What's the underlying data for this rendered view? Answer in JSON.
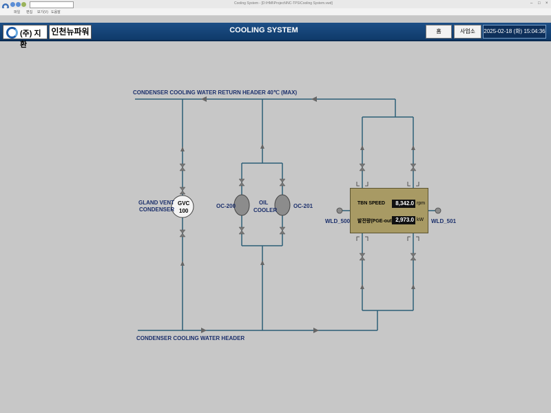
{
  "window": {
    "caption": "Cooling System - [D:\\HMI\\Project\\INC-TPS\\Cooling System.vwd]",
    "menu": [
      "파일",
      "편집",
      "보기(V)",
      "도움말"
    ]
  },
  "header": {
    "logo_text": "(주) 지환",
    "org_name": "인천뉴파워",
    "title": "COOLING SYSTEM",
    "home_label": "홈",
    "site_label": "사업소",
    "datetime": "2025-02-18 (화) 15:04:36"
  },
  "diagram": {
    "return_header": "CONDENSER COOLING WATER RETURN HEADER 40℃ (MAX)",
    "supply_header": "CONDENSER COOLING WATER HEADER",
    "gland_vent_line1": "GLAND VENT",
    "gland_vent_line2": "CONDENSER",
    "gvc_line1": "GVC",
    "gvc_line2": "100",
    "oil_line1": "OIL",
    "oil_line2": "COOLER",
    "oc200": "OC-200",
    "oc201": "OC-201",
    "wld500": "WLD_500",
    "wld501": "WLD_501",
    "tbn_speed_label": "TBN SPEED",
    "tbn_speed_value": "8,342.0",
    "tbn_speed_unit": "rpm",
    "power_label": "발전량(PGE-out)",
    "power_value": "2,973.0",
    "power_unit": "kW"
  },
  "colors": {
    "pipe": "#2c5f77",
    "header_bg": "#1d4f86",
    "cooler_fill": "#8c8c8c",
    "tbn_box": "#a89a64"
  }
}
